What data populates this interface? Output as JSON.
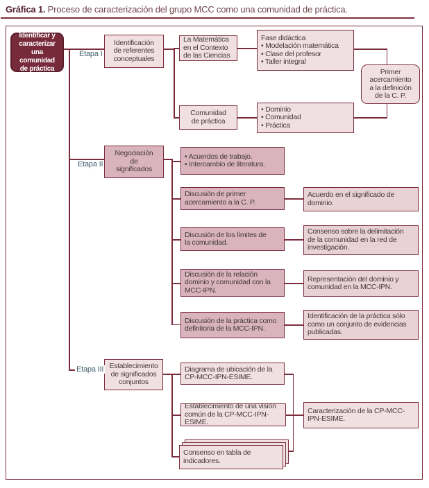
{
  "figure_label": "Gráfica 1.",
  "figure_caption": " Proceso de caracterización del grupo MCC como una comunidad de práctica.",
  "stage_labels": {
    "etapa1": "Etapa I",
    "etapa2": "Etapa II",
    "etapa3": "Etapa III"
  },
  "colors": {
    "line_and_border": "#7b2c3c",
    "root_fill": "#772b3a",
    "light_pink_fill": "#f1e0e2",
    "medium_pink_fill": "#d9b4be",
    "result_pink_fill": "#e9d2d6",
    "stage_label_color": "#42616e",
    "box_text_color": "#44383c"
  },
  "nodes": {
    "root": "Identificar y\ncaracterizar\nuna comunidad\nde práctica",
    "identificacion_referentes": "Identificación\nde referentes\nconceptuales",
    "matematica_contexto": "La Matemática\nen el Contexto\nde las Ciencias",
    "fase_didactica": "Fase didáctica\n• Modelación matemática\n• Clase del profesor\n• Taller integral",
    "primer_acercamiento": "Primer\nacercamiento\na la definición\nde la C. P.",
    "comunidad_practica": "Comunidad\nde práctica",
    "dominio_comunidad_practica": "• Dominio\n• Comunidad\n• Práctica",
    "negociacion_significados": "Negociación\nde\nsignificados",
    "acuerdos_intercambio": "• Acuerdos de trabajo.\n• Intercambio de literatura.",
    "discusion_primer_acercamiento": "Discusión de primer\nacercamiento a la C. P.",
    "acuerdo_significado_dominio": "Acuerdo en el significado de\ndominio.",
    "discusion_limites": "Discusión de los límites de\nla comunidad.",
    "consenso_delimitacion": "Consenso sobre la delimitación\nde la comunidad en la red de\ninvestigación.",
    "discusion_relacion_dominio": "Discusión de la relación\ndominio y comunidad con la\nMCC-IPN.",
    "representacion_dominio": "Representación del dominio y\ncomunidad en la MCC-IPN.",
    "discusion_practica": "Discusión de la práctica como\ndefinitoria de la MCC-IPN.",
    "identificacion_practica": "Identificación de la práctica sólo\ncomo un conjunto de evidencias\npublicadas.",
    "establecimiento_significados": "Establecimiento\nde significados\nconjuntos",
    "diagrama_ubicacion": "Diagrama de ubicación de la\nCP-MCC-IPN-ESIME.",
    "establecimiento_vision": "Establecimiento de una visión\ncomún de la CP-MCC-IPN-ESIME.",
    "caracterizacion_cp": "Caracterización de la CP-MCC-\nIPN-ESIME.",
    "consenso_tabla": "Consenso en tabla de\nindicadores."
  }
}
